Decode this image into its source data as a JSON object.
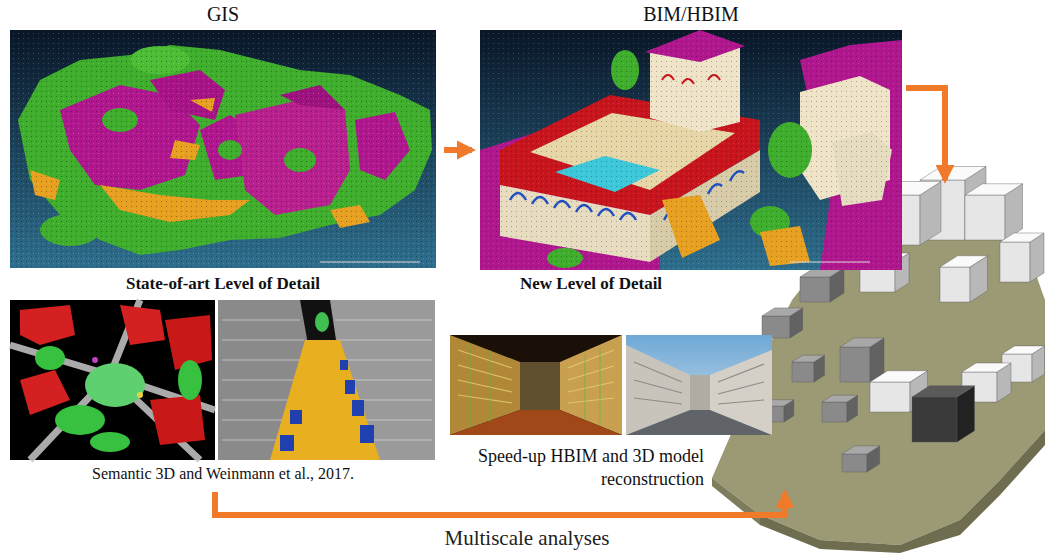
{
  "diagram": {
    "nodes": [
      {
        "text": [
          "GIS",
          "State-of-art Level of Detail"
        ]
      },
      {
        "text": [
          "BIM/HBIM",
          "New Level of Detail"
        ]
      },
      {
        "text": [
          "Semantic 3D and Weinmann et al., 2017."
        ]
      },
      {
        "text": [
          "Speed-up HBIM and 3D model reconstruction"
        ]
      }
    ],
    "edges": [
      {
        "from": 0,
        "to": 1,
        "arrow": "to"
      }
    ],
    "labels": [
      "Multiscale analyses"
    ]
  }
}
